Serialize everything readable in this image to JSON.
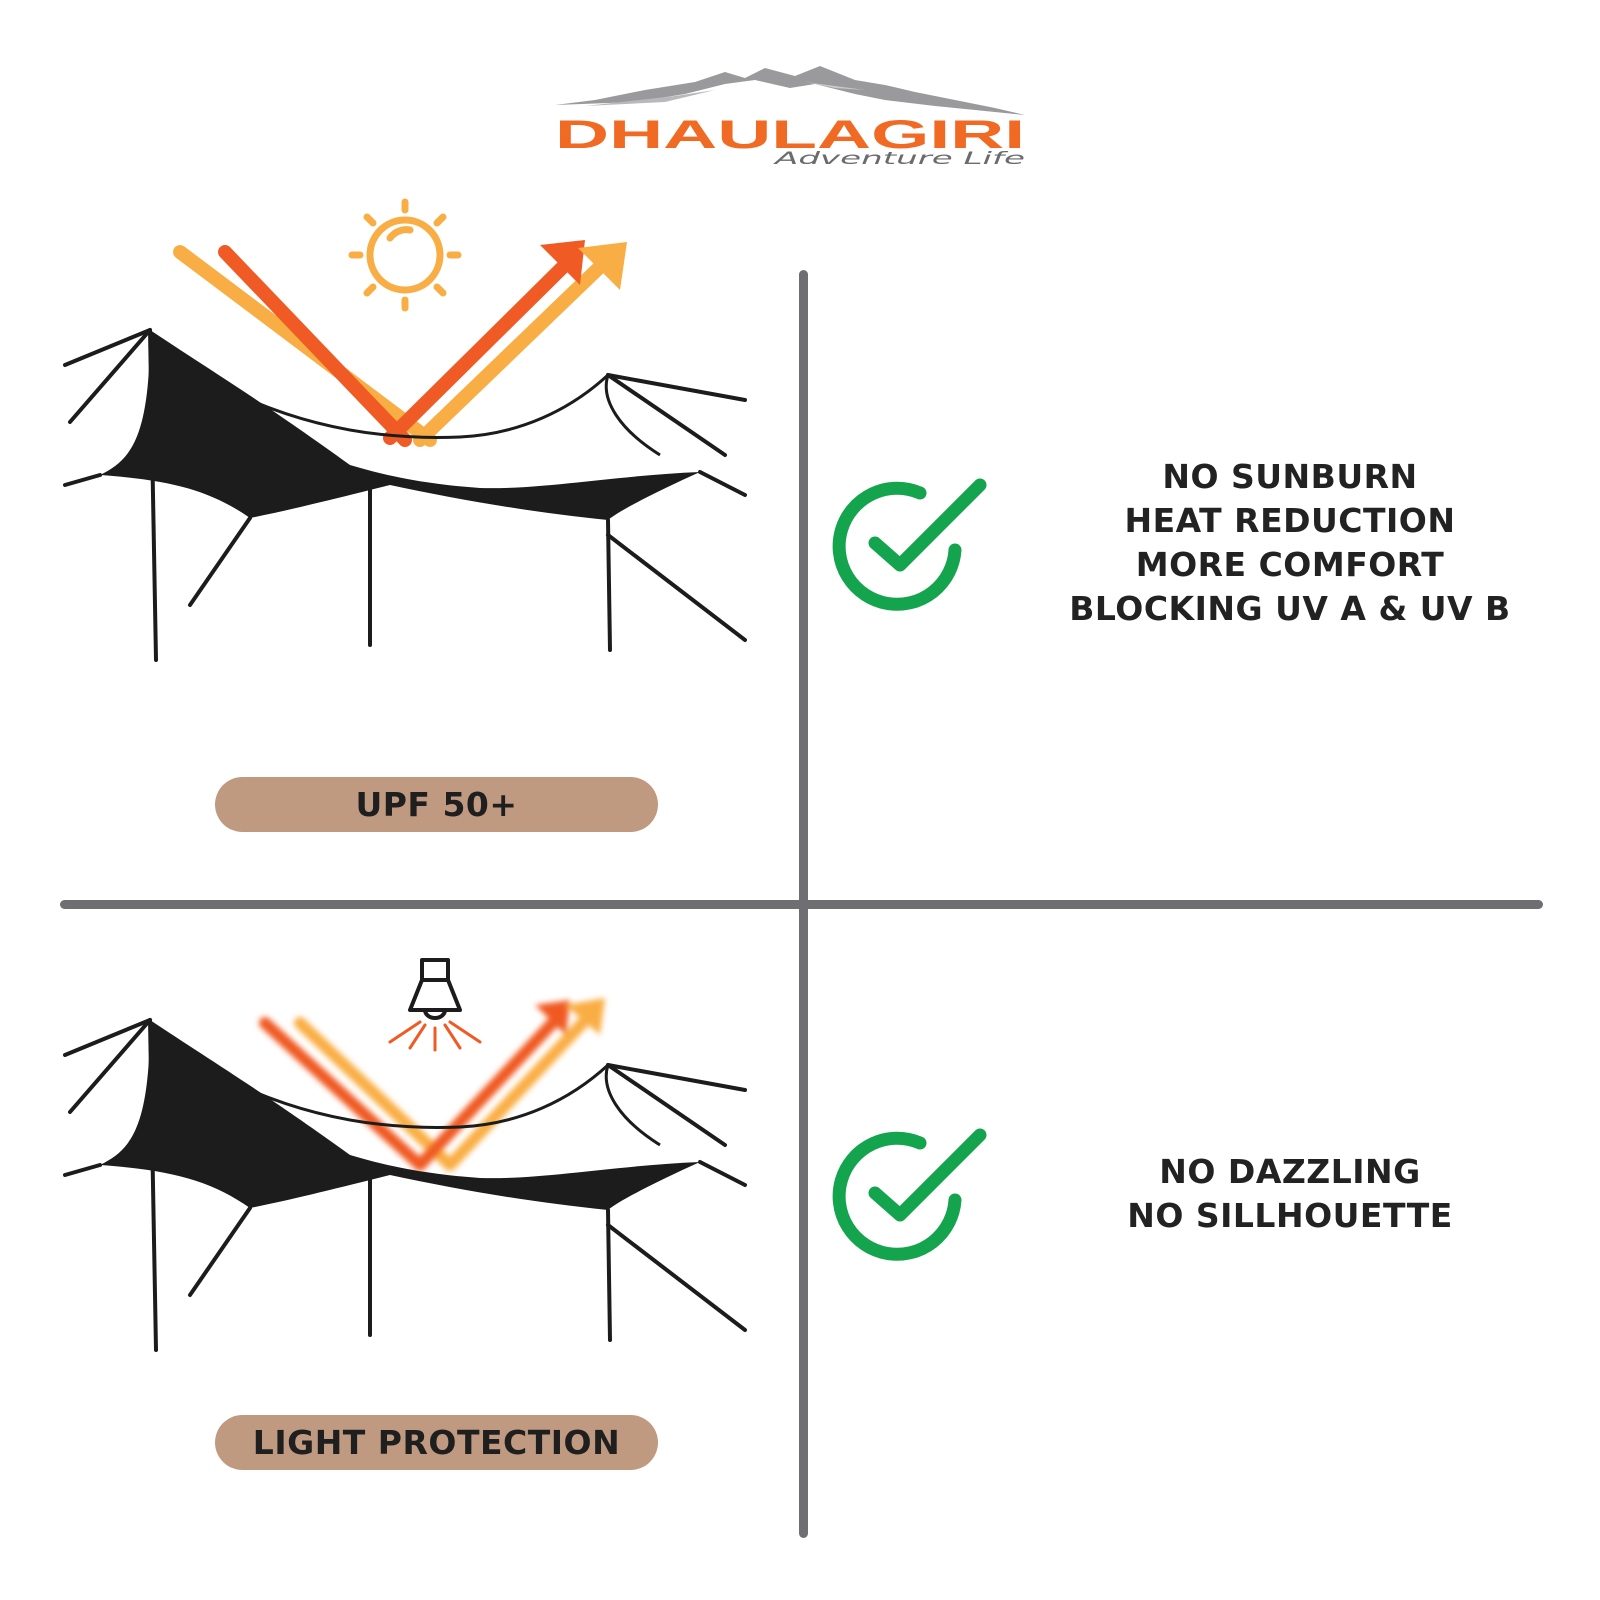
{
  "logo": {
    "name": "DHAULAGIRI",
    "tagline": "Adventure Life",
    "brand_color": "#f06a24",
    "mountain_color": "#9a9a9c"
  },
  "colors": {
    "divider": "#6f6f73",
    "pill": "#c09a80",
    "check": "#14a44d",
    "ray_orange": "#f05a24",
    "ray_yellow": "#f9ae45",
    "fabric": "#1c1c1c"
  },
  "panels": [
    {
      "label": "UPF 50+",
      "icon": "sun-icon",
      "features": [
        "NO SUNBURN",
        "HEAT REDUCTION",
        "MORE COMFORT",
        "BLOCKING UV A & UV B"
      ]
    },
    {
      "label": "LIGHT PROTECTION",
      "icon": "lamp-icon",
      "features": [
        "NO DAZZLING",
        "NO SILLHOUETTE"
      ]
    }
  ]
}
